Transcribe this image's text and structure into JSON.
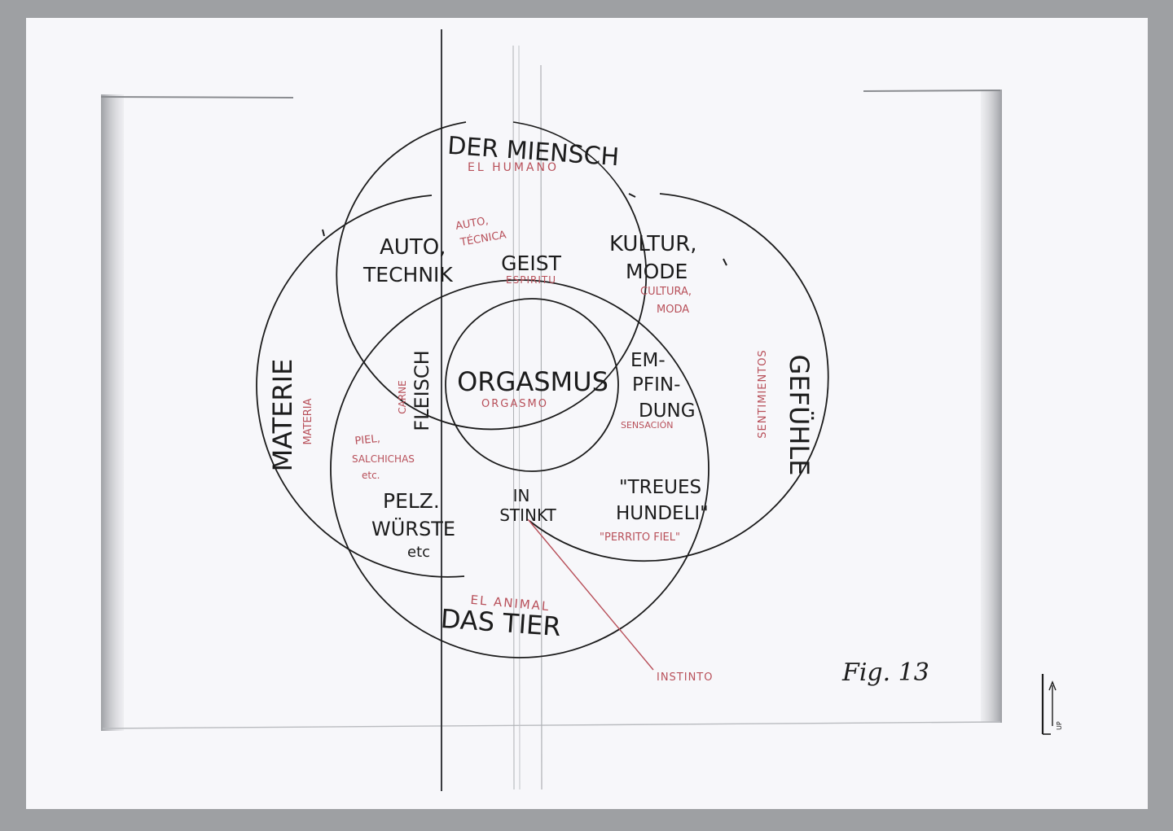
{
  "colors": {
    "background": "#9ea0a3",
    "paper": "#f7f7fa",
    "ink": "#1c1c1c",
    "red_ink": "#b8505a",
    "frame_shadow": "#a8aaad"
  },
  "circles": {
    "top": {
      "label_de": "DER MIENSCH",
      "label_es": "EL HUMANO"
    },
    "left": {
      "label_de": "MATERIE",
      "label_es": "MATERIA"
    },
    "right": {
      "label_de": "GEFÜHLE",
      "label_es": "SENTIMIENTOS"
    },
    "bottom": {
      "label_de": "DAS TIER",
      "label_es": "EL ANIMAL"
    }
  },
  "regions": {
    "center": {
      "de": "ORGASMUS",
      "es": "ORGASMO"
    },
    "auto": {
      "de_line1": "AUTO,",
      "de_line2": "TECHNIK",
      "es_line1": "AUTO,",
      "es_line2": "TÉCNICA"
    },
    "geist": {
      "de": "GEIST",
      "es": "ESPIRITU"
    },
    "kultur": {
      "de_line1": "KULTUR,",
      "de_line2": "MODE",
      "es_line1": "CULTURA,",
      "es_line2": "MODA"
    },
    "fleisch": {
      "de": "FLEISCH",
      "es": "CARNE"
    },
    "empfindung": {
      "de_line1": "EM-",
      "de_line2": "PFIN-",
      "de_line3": "DUNG",
      "es": "SENSACIÓN"
    },
    "pelz": {
      "de_line1": "PELZ.",
      "de_line2": "WÜRSTE",
      "de_line3": "etc",
      "es_line1": "PIEL,",
      "es_line2": "SALCHICHAS",
      "es_line3": "etc."
    },
    "instinkt": {
      "de_line1": "IN",
      "de_line2": "STINKT",
      "es": "INSTINTO"
    },
    "hundeli": {
      "de_line1": "\"TREUES",
      "de_line2": "HUNDELI\"",
      "es": "\"PERRITO FIEL\""
    }
  },
  "figure_label": "Fig. 13",
  "up_marker": "UP"
}
